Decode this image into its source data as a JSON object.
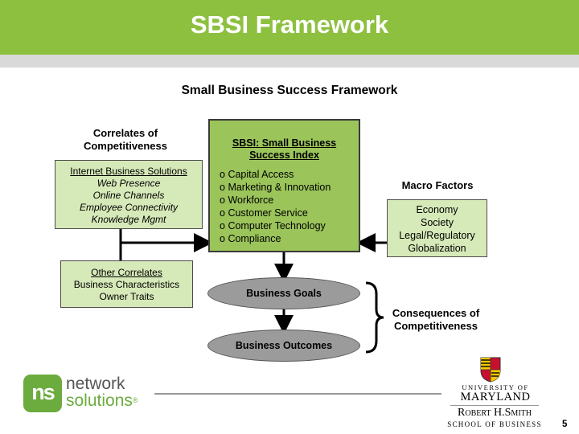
{
  "slide": {
    "title": "SBSI Framework",
    "subtitle": "Small Business Success Framework",
    "page_number": "5"
  },
  "correlates_label": [
    "Correlates of",
    "Competitiveness"
  ],
  "internet_box": {
    "heading": "Internet Business Solutions",
    "items": [
      "Web Presence",
      "Online Channels",
      "Employee Connectivity",
      "Knowledge Mgmt"
    ]
  },
  "other_box": {
    "heading": "Other Correlates",
    "items": [
      "Business Characteristics",
      "Owner Traits"
    ]
  },
  "sbsi_box": {
    "heading": [
      "SBSI: Small Business",
      "Success Index"
    ],
    "items": [
      "Capital Access",
      "Marketing & Innovation",
      "Workforce",
      "Customer Service",
      "Computer Technology",
      "Compliance"
    ]
  },
  "macro_label": "Macro Factors",
  "macro_box": {
    "items": [
      "Economy",
      "Society",
      "Legal/Regulatory",
      "Globalization"
    ]
  },
  "goals": "Business Goals",
  "outcomes": "Business Outcomes",
  "consequences_label": [
    "Consequences of",
    "Competitiveness"
  ],
  "logos": {
    "network_solutions": [
      "network",
      "solutions"
    ],
    "ns_mark": "ns",
    "umd_top": "UNIVERSITY OF",
    "umd_name": "MARYLAND",
    "school_name": "Robert H.Smith",
    "school_sub": "SCHOOL OF BUSINESS"
  },
  "colors": {
    "title_bar": "#8dc03f",
    "light_green_box": "#d6e9b8",
    "center_box": "#9bc45a",
    "ellipse": "#9b9b9b"
  }
}
